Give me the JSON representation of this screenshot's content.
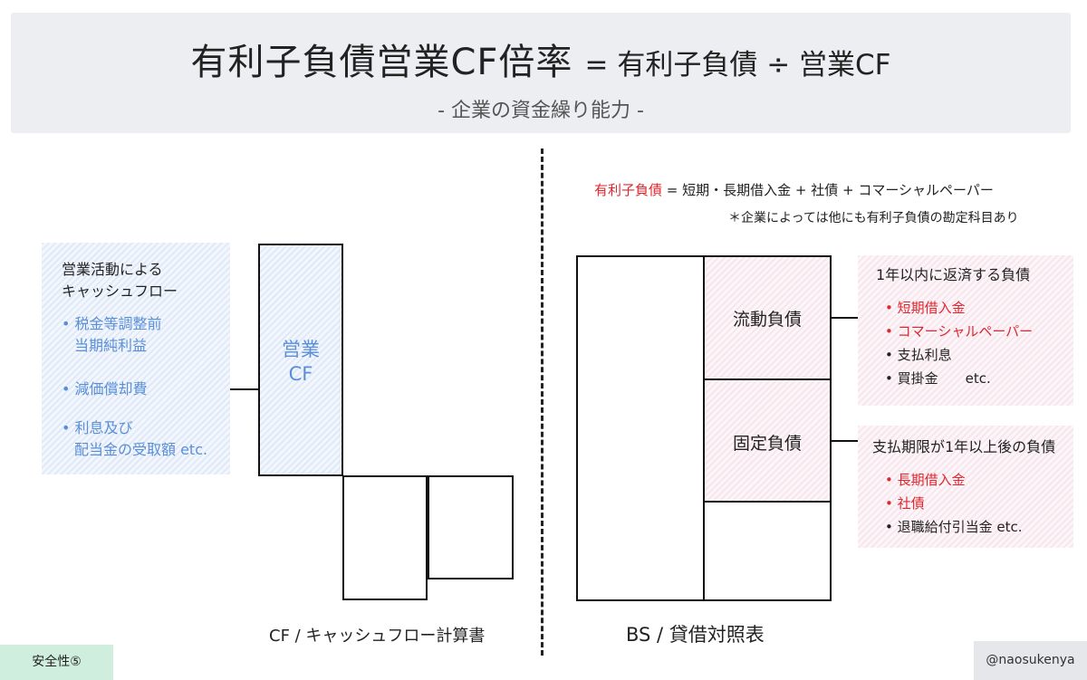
{
  "header": {
    "title": "有利子負債営業CF倍率",
    "formula": "= 有利子負債 ÷ 営業CF",
    "subtitle": "- 企業の資金繰り能力 -"
  },
  "cf": {
    "panel_heading": [
      "営業活動による",
      "キャッシュフロー"
    ],
    "panel_items": [
      [
        "税金等調整前",
        "当期純利益"
      ],
      [
        "減価償却費"
      ],
      [
        "利息及び",
        "配当金の受取額 etc."
      ]
    ],
    "block_label_line1": "営業",
    "block_label_line2": "CF",
    "caption": "CF / キャッシュフロー計算書"
  },
  "bs": {
    "definition_term": "有利子負債",
    "definition_rest": " = 短期・長期借入金 + 社債 + コマーシャルペーパー",
    "note": "＊企業によっては他にも有利子負債の勘定科目あり",
    "current_liabilities_label": "流動負債",
    "fixed_liabilities_label": "固定負債",
    "current_panel": {
      "heading": "1年以内に返済する負債",
      "items": [
        {
          "text": "短期借入金",
          "highlight": true
        },
        {
          "text": "コマーシャルペーパー",
          "highlight": true
        },
        {
          "text": "支払利息",
          "highlight": false
        },
        {
          "text": "買掛金　　etc.",
          "highlight": false
        }
      ]
    },
    "fixed_panel": {
      "heading": "支払期限が1年以上後の負債",
      "items": [
        {
          "text": "長期借入金",
          "highlight": true
        },
        {
          "text": "社債",
          "highlight": true
        },
        {
          "text": "退職給付引当金  etc.",
          "highlight": false
        }
      ]
    },
    "caption": "BS / 貸借対照表"
  },
  "footer": {
    "tag_left": "安全性⑤",
    "tag_right": "@naosukenya"
  },
  "colors": {
    "accent_red": "#e0262d",
    "accent_blue": "#5a8fd8",
    "tag_green": "#cfeedd"
  }
}
